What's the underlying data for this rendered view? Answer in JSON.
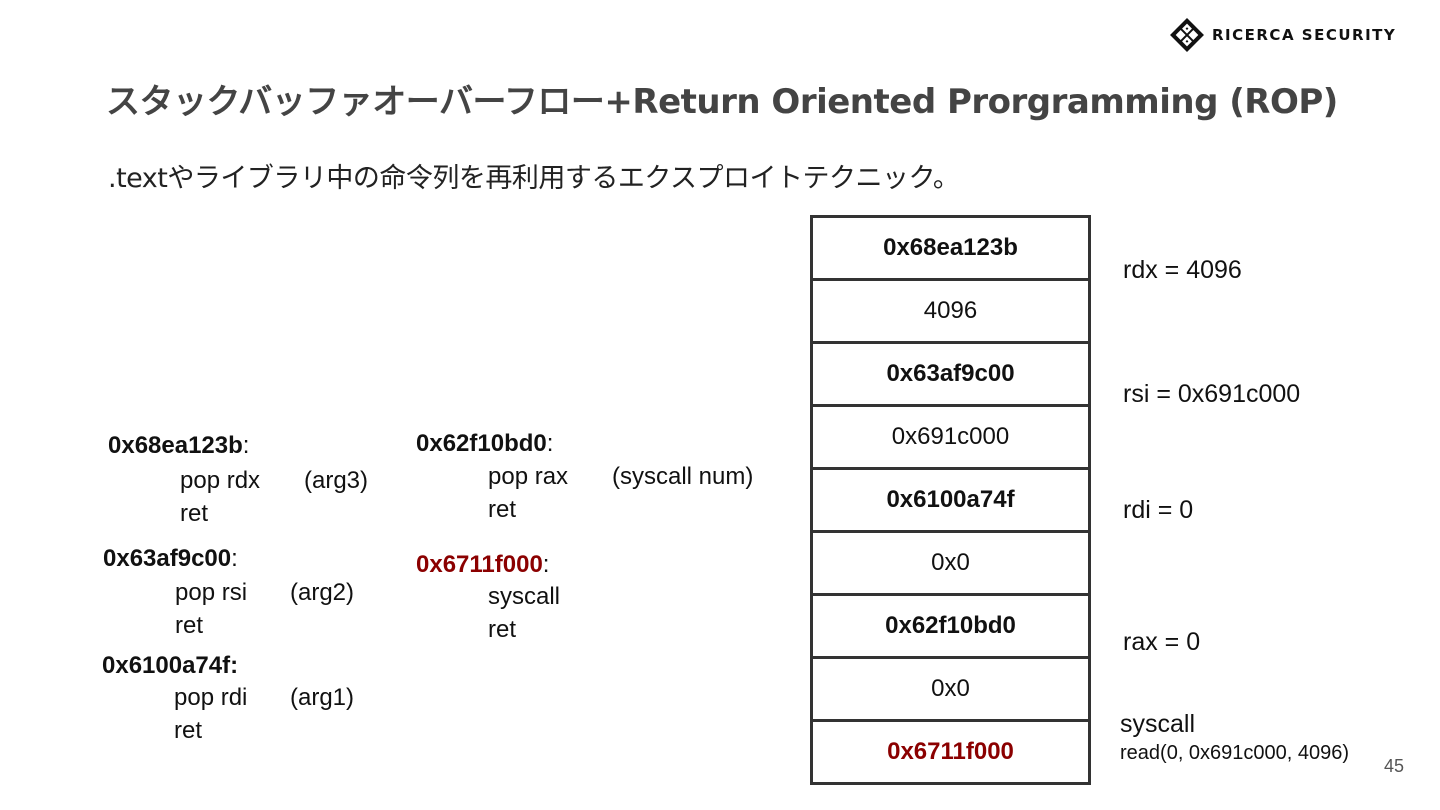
{
  "header": {
    "logo_text": "RICERCA SECURITY",
    "logo_icon": "diamond-lattice-icon",
    "title": "スタックバッファオーバーフロー+Return Oriented Prorgramming (ROP)",
    "subtitle": ".textやライブラリ中の命令列を再利用するエクスプロイトテクニック。"
  },
  "gadgets": [
    {
      "addr": "0x68ea123b",
      "colon": ":",
      "lines": [
        {
          "ins": "pop rdx",
          "comment": "(arg3)"
        },
        {
          "ins": "ret",
          "comment": ""
        }
      ]
    },
    {
      "addr": "0x63af9c00",
      "colon": ":",
      "lines": [
        {
          "ins": "pop rsi",
          "comment": "(arg2)"
        },
        {
          "ins": "ret",
          "comment": ""
        }
      ]
    },
    {
      "addr": "0x6100a74f:",
      "colon": "",
      "lines": [
        {
          "ins": "pop rdi",
          "comment": "(arg1)"
        },
        {
          "ins": "ret",
          "comment": ""
        }
      ]
    },
    {
      "addr": "0x62f10bd0",
      "colon": ":",
      "lines": [
        {
          "ins": "pop rax",
          "comment": "(syscall num)"
        },
        {
          "ins": "ret",
          "comment": ""
        }
      ]
    },
    {
      "addr": "0x6711f000",
      "colon": ":",
      "lines": [
        {
          "ins": "syscall",
          "comment": ""
        },
        {
          "ins": "ret",
          "comment": ""
        }
      ]
    }
  ],
  "stack": [
    {
      "value": "0x68ea123b"
    },
    {
      "value": "4096"
    },
    {
      "value": "0x63af9c00"
    },
    {
      "value": "0x691c000"
    },
    {
      "value": "0x6100a74f"
    },
    {
      "value": "0x0"
    },
    {
      "value": "0x62f10bd0"
    },
    {
      "value": "0x0"
    },
    {
      "value": "0x6711f000"
    }
  ],
  "notes": {
    "rdx": "rdx = 4096",
    "rsi": "rsi = 0x691c000",
    "rdi": "rdi = 0",
    "rax": "rax = 0",
    "syscall": "syscall",
    "call": "read(0, 0x691c000, 4096)"
  },
  "colors": {
    "highlight": "#8b0000",
    "title": "#444444",
    "border": "#333333"
  },
  "page_number": "45"
}
